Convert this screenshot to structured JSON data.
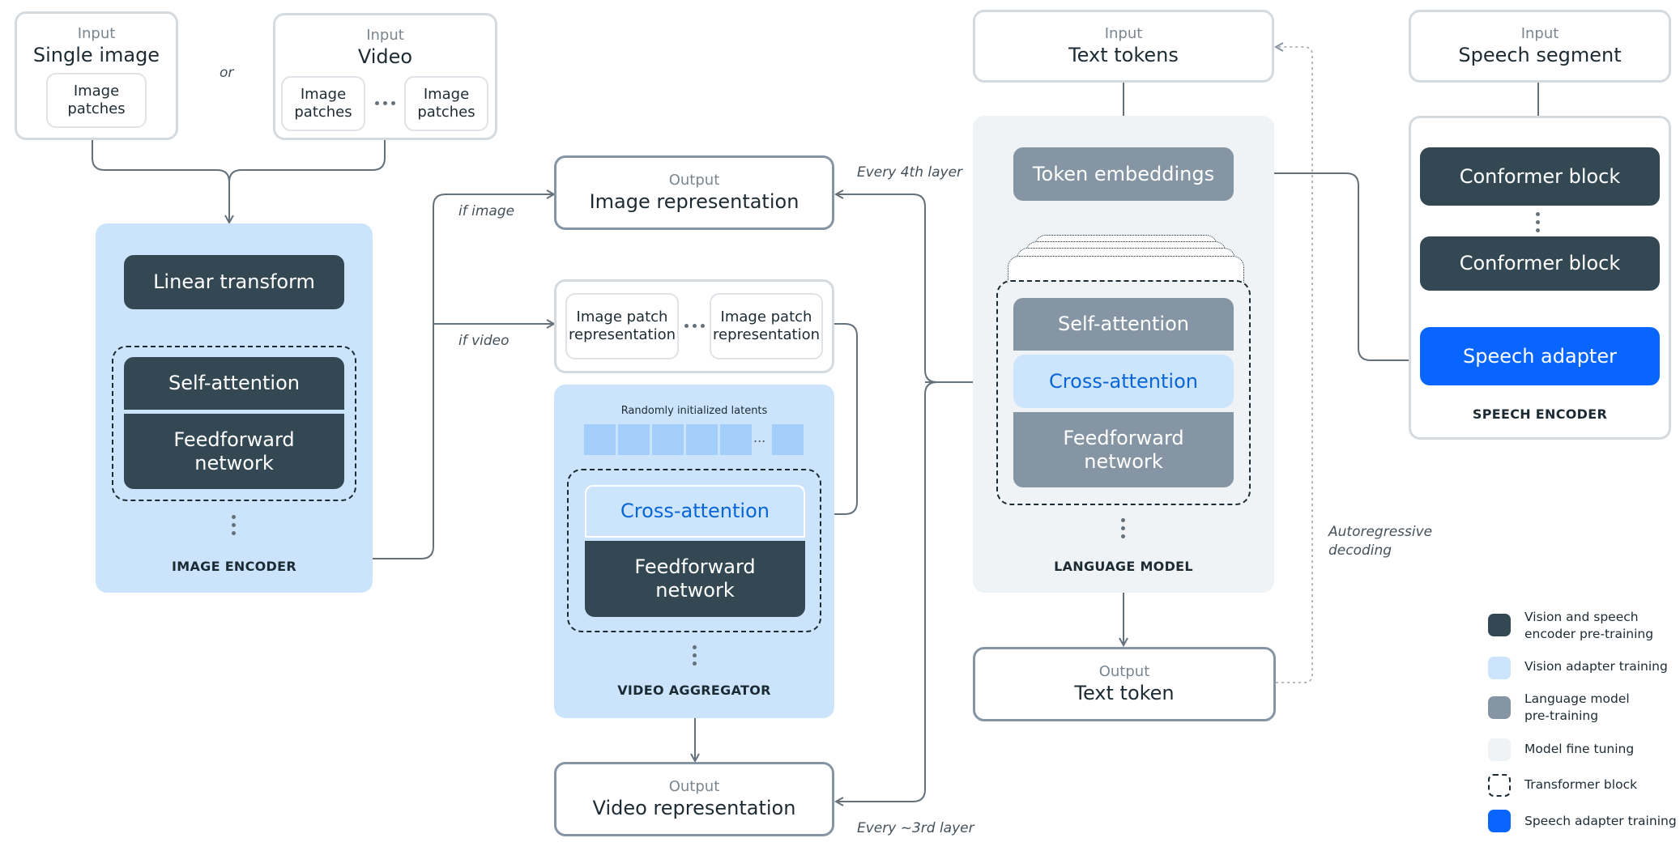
{
  "inputs": {
    "single_image": {
      "caption": "Input",
      "title": "Single image",
      "patch": "Image\npatches"
    },
    "or": "or",
    "video": {
      "caption": "Input",
      "title": "Video",
      "patch_left": "Image\npatches",
      "patch_right": "Image\npatches"
    },
    "text_tokens": {
      "caption": "Input",
      "title": "Text tokens"
    },
    "speech_segment": {
      "caption": "Input",
      "title": "Speech segment"
    }
  },
  "image_encoder": {
    "linear": "Linear transform",
    "self_attention": "Self-attention",
    "feedforward": "Feedforward\nnetwork",
    "title": "IMAGE ENCODER"
  },
  "edges": {
    "if_image": "if image",
    "if_video": "if video",
    "every_4th": "Every 4th layer",
    "every_3rd": "Every ~3rd layer",
    "autoregressive": "Autoregressive\ndecoding"
  },
  "image_rep": {
    "caption": "Output",
    "title": "Image representation"
  },
  "patch_rep": {
    "left": "Image patch\nrepresentation",
    "right": "Image patch\nrepresentation"
  },
  "video_aggregator": {
    "latents_label": "Randomly initialized latents",
    "latent_ellipsis": "...",
    "cross_attention": "Cross-attention",
    "feedforward": "Feedforward\nnetwork",
    "title": "VIDEO AGGREGATOR"
  },
  "video_rep": {
    "caption": "Output",
    "title": "Video representation"
  },
  "language_model": {
    "token_embeddings": "Token embeddings",
    "self_attention": "Self-attention",
    "cross_attention": "Cross-attention",
    "feedforward": "Feedforward\nnetwork",
    "title": "LANGUAGE MODEL"
  },
  "text_token_out": {
    "caption": "Output",
    "title": "Text token"
  },
  "speech_encoder": {
    "conformer_1": "Conformer block",
    "conformer_2": "Conformer block",
    "adapter": "Speech adapter",
    "title": "SPEECH ENCODER"
  },
  "legend": [
    {
      "label": "Vision and speech\nencoder pre-training",
      "color": "#344854",
      "style": "solid"
    },
    {
      "label": "Vision adapter training",
      "color": "#cce4fc",
      "style": "solid"
    },
    {
      "label": "Language model\npre-training",
      "color": "#8595a4",
      "style": "solid"
    },
    {
      "label": "Model fine tuning",
      "color": "#f0f3f5",
      "style": "solid"
    },
    {
      "label": "Transformer block",
      "color": "#ffffff",
      "style": "dashed"
    },
    {
      "label": "Speech adapter training",
      "color": "#0866ff",
      "style": "solid"
    }
  ]
}
